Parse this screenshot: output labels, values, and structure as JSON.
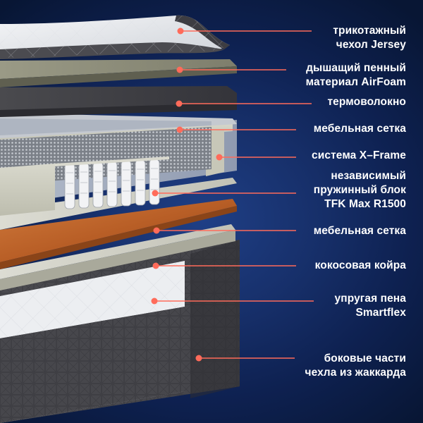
{
  "layers": [
    {
      "id": "jersey-cover",
      "lines": [
        "трикотажный",
        "чехол Jersey"
      ]
    },
    {
      "id": "airfoam",
      "lines": [
        "дышащий пенный",
        "материал AirFoam"
      ]
    },
    {
      "id": "thermofiber",
      "lines": [
        "термоволокно"
      ]
    },
    {
      "id": "furniture-mesh-top",
      "lines": [
        "мебельная сетка"
      ]
    },
    {
      "id": "x-frame",
      "lines": [
        "система X–Frame"
      ]
    },
    {
      "id": "spring-block",
      "lines": [
        "независимый",
        "пружинный блок",
        "TFK Max R1500"
      ]
    },
    {
      "id": "furniture-mesh-bottom",
      "lines": [
        "мебельная сетка"
      ]
    },
    {
      "id": "coconut-coir",
      "lines": [
        "кокосовая койра"
      ]
    },
    {
      "id": "smartflex",
      "lines": [
        "упругая пена",
        "Smartflex"
      ]
    },
    {
      "id": "jacquard-sides",
      "lines": [
        "боковые части",
        "чехла из жаккарда"
      ]
    }
  ],
  "colors": {
    "background": "#17306b",
    "leader_line": "#ff6b5a",
    "dot": "#ff6b5a",
    "label_text": "#ffffff"
  }
}
